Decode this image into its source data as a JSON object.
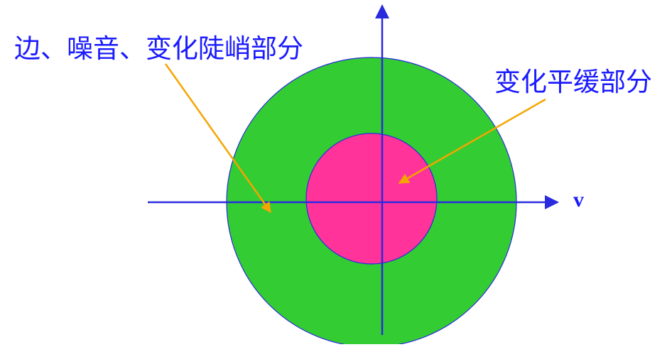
{
  "labels": {
    "high_frequency": "边、噪音、变化陡峭部分",
    "low_frequency": "变化平缓部分",
    "axis_v": "v"
  },
  "colors": {
    "outer_ring": "#33cc33",
    "inner_disc": "#ff3399",
    "axes": "#2a2adf",
    "arrows": "#f5a500",
    "text": "#1a1aff"
  }
}
